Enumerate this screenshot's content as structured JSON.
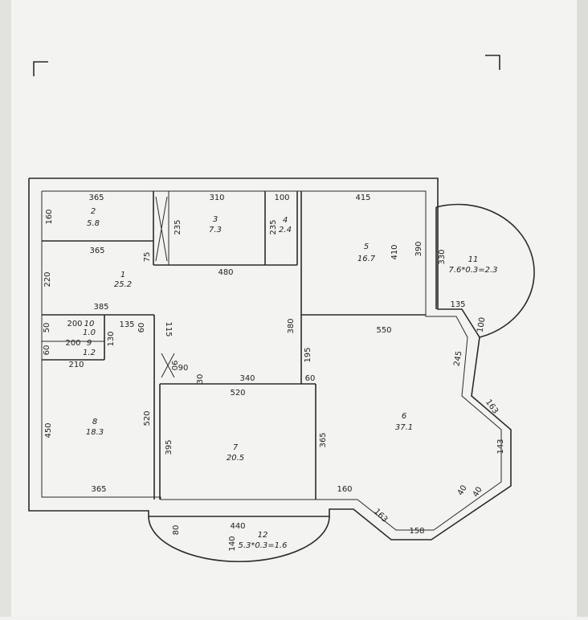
{
  "plan": {
    "rooms": [
      {
        "id": "2",
        "area": "5.8"
      },
      {
        "id": "3",
        "area": "7.3"
      },
      {
        "id": "4",
        "area": "2.4"
      },
      {
        "id": "5",
        "area": "16.7"
      },
      {
        "id": "11",
        "area": "7.6*0.3=2.3"
      },
      {
        "id": "1",
        "area": "25.2"
      },
      {
        "id": "10",
        "area": "1.0"
      },
      {
        "id": "9",
        "area": "1.2"
      },
      {
        "id": "6",
        "area": "37.1"
      },
      {
        "id": "8",
        "area": "18.3"
      },
      {
        "id": "7",
        "area": "20.5"
      },
      {
        "id": "12",
        "area": "5.3*0.3=1.6"
      }
    ],
    "dimensions": [
      "365",
      "160",
      "310",
      "235",
      "100",
      "235",
      "415",
      "390",
      "410",
      "330",
      "365",
      "75",
      "480",
      "220",
      "385",
      "135",
      "60",
      "115",
      "380",
      "195",
      "135",
      "550",
      "100",
      "245",
      "200",
      "50",
      "200",
      "60",
      "130",
      "210",
      "90",
      "90",
      "30",
      "340",
      "60",
      "520",
      "450",
      "520",
      "395",
      "365",
      "163",
      "143",
      "40",
      "40",
      "160",
      "163",
      "158",
      "365",
      "440",
      "80",
      "140"
    ]
  }
}
